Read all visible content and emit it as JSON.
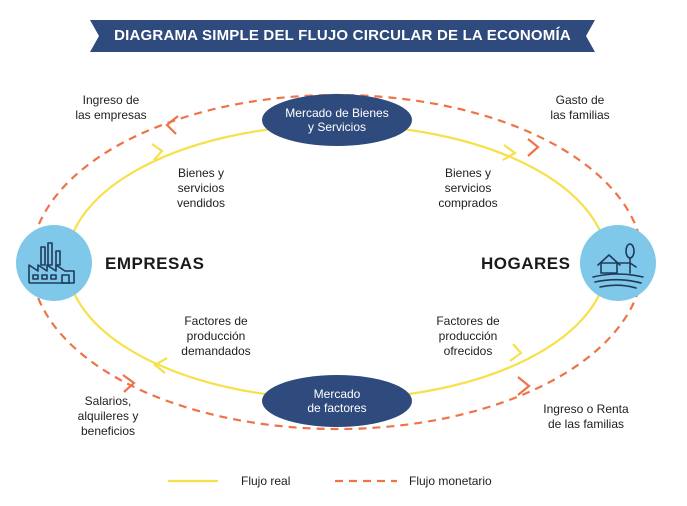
{
  "title": "DIAGRAMA SIMPLE DEL FLUJO CIRCULAR DE LA ECONOMÍA",
  "nodes": {
    "empresas": "EMPRESAS",
    "hogares": "HOGARES",
    "market_goods": [
      "Mercado de Bienes",
      "y Servicios"
    ],
    "market_factors": [
      "Mercado",
      "de factores"
    ]
  },
  "flows": {
    "ingreso_empresas": [
      "Ingreso de",
      "las empresas"
    ],
    "gasto_familias": [
      "Gasto de",
      "las familias"
    ],
    "bienes_vendidos": [
      "Bienes y",
      "servicios",
      "vendidos"
    ],
    "bienes_comprados": [
      "Bienes y",
      "servicios",
      "comprados"
    ],
    "factores_demandados": [
      "Factores de",
      "producción",
      "demandados"
    ],
    "factores_ofrecidos": [
      "Factores de",
      "producción",
      "ofrecidos"
    ],
    "salarios": [
      "Salarios,",
      "alquileres y",
      "beneficios"
    ],
    "renta_familias": [
      "Ingreso o Renta",
      "de las familias"
    ]
  },
  "legend": {
    "real": "Flujo real",
    "monetary": "Flujo monetario"
  },
  "colors": {
    "banner": "#2f4a7d",
    "market": "#2f4a7d",
    "agent_circle": "#7fc8ea",
    "real_flow": "#f7e04a",
    "monetary_flow": "#ee7448",
    "icon_stroke": "#1f3a5a"
  },
  "icons": {
    "empresas": "factory-icon",
    "hogares": "farmhouse-icon"
  }
}
